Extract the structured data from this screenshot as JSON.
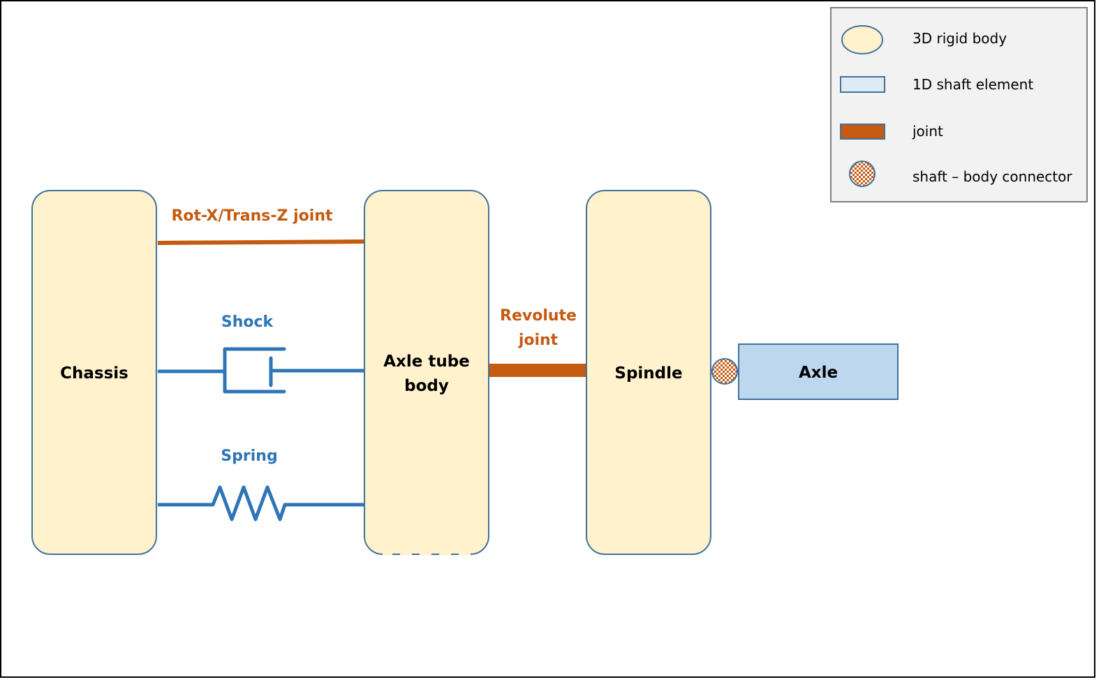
{
  "diagram": {
    "bodies": {
      "chassis": "Chassis",
      "axle_tube_line1": "Axle tube",
      "axle_tube_line2": "body",
      "spindle": "Spindle",
      "axle": "Axle"
    },
    "connections": {
      "rot_trans_joint": "Rot-X/Trans-Z joint",
      "shock": "Shock",
      "spring": "Spring",
      "revolute_line1": "Revolute",
      "revolute_line2": "joint"
    },
    "legend": {
      "items": [
        {
          "symbol": "ellipse-icon",
          "label": "3D rigid body"
        },
        {
          "symbol": "rectangle-icon",
          "label": "1D shaft element"
        },
        {
          "symbol": "joint-bar-icon",
          "label": "joint"
        },
        {
          "symbol": "checkered-circle-icon",
          "label": "shaft – body connector"
        }
      ]
    },
    "colors": {
      "rigid_body_fill": "#fff2cc",
      "outline": "#41719c",
      "shaft_fill": "#bdd7ee",
      "legend_shaft_fill": "#deebf7",
      "joint": "#c55a11",
      "spring_damper": "#2e75b6",
      "legend_bg": "#f2f2f2",
      "legend_border": "#7f7f7f"
    }
  }
}
